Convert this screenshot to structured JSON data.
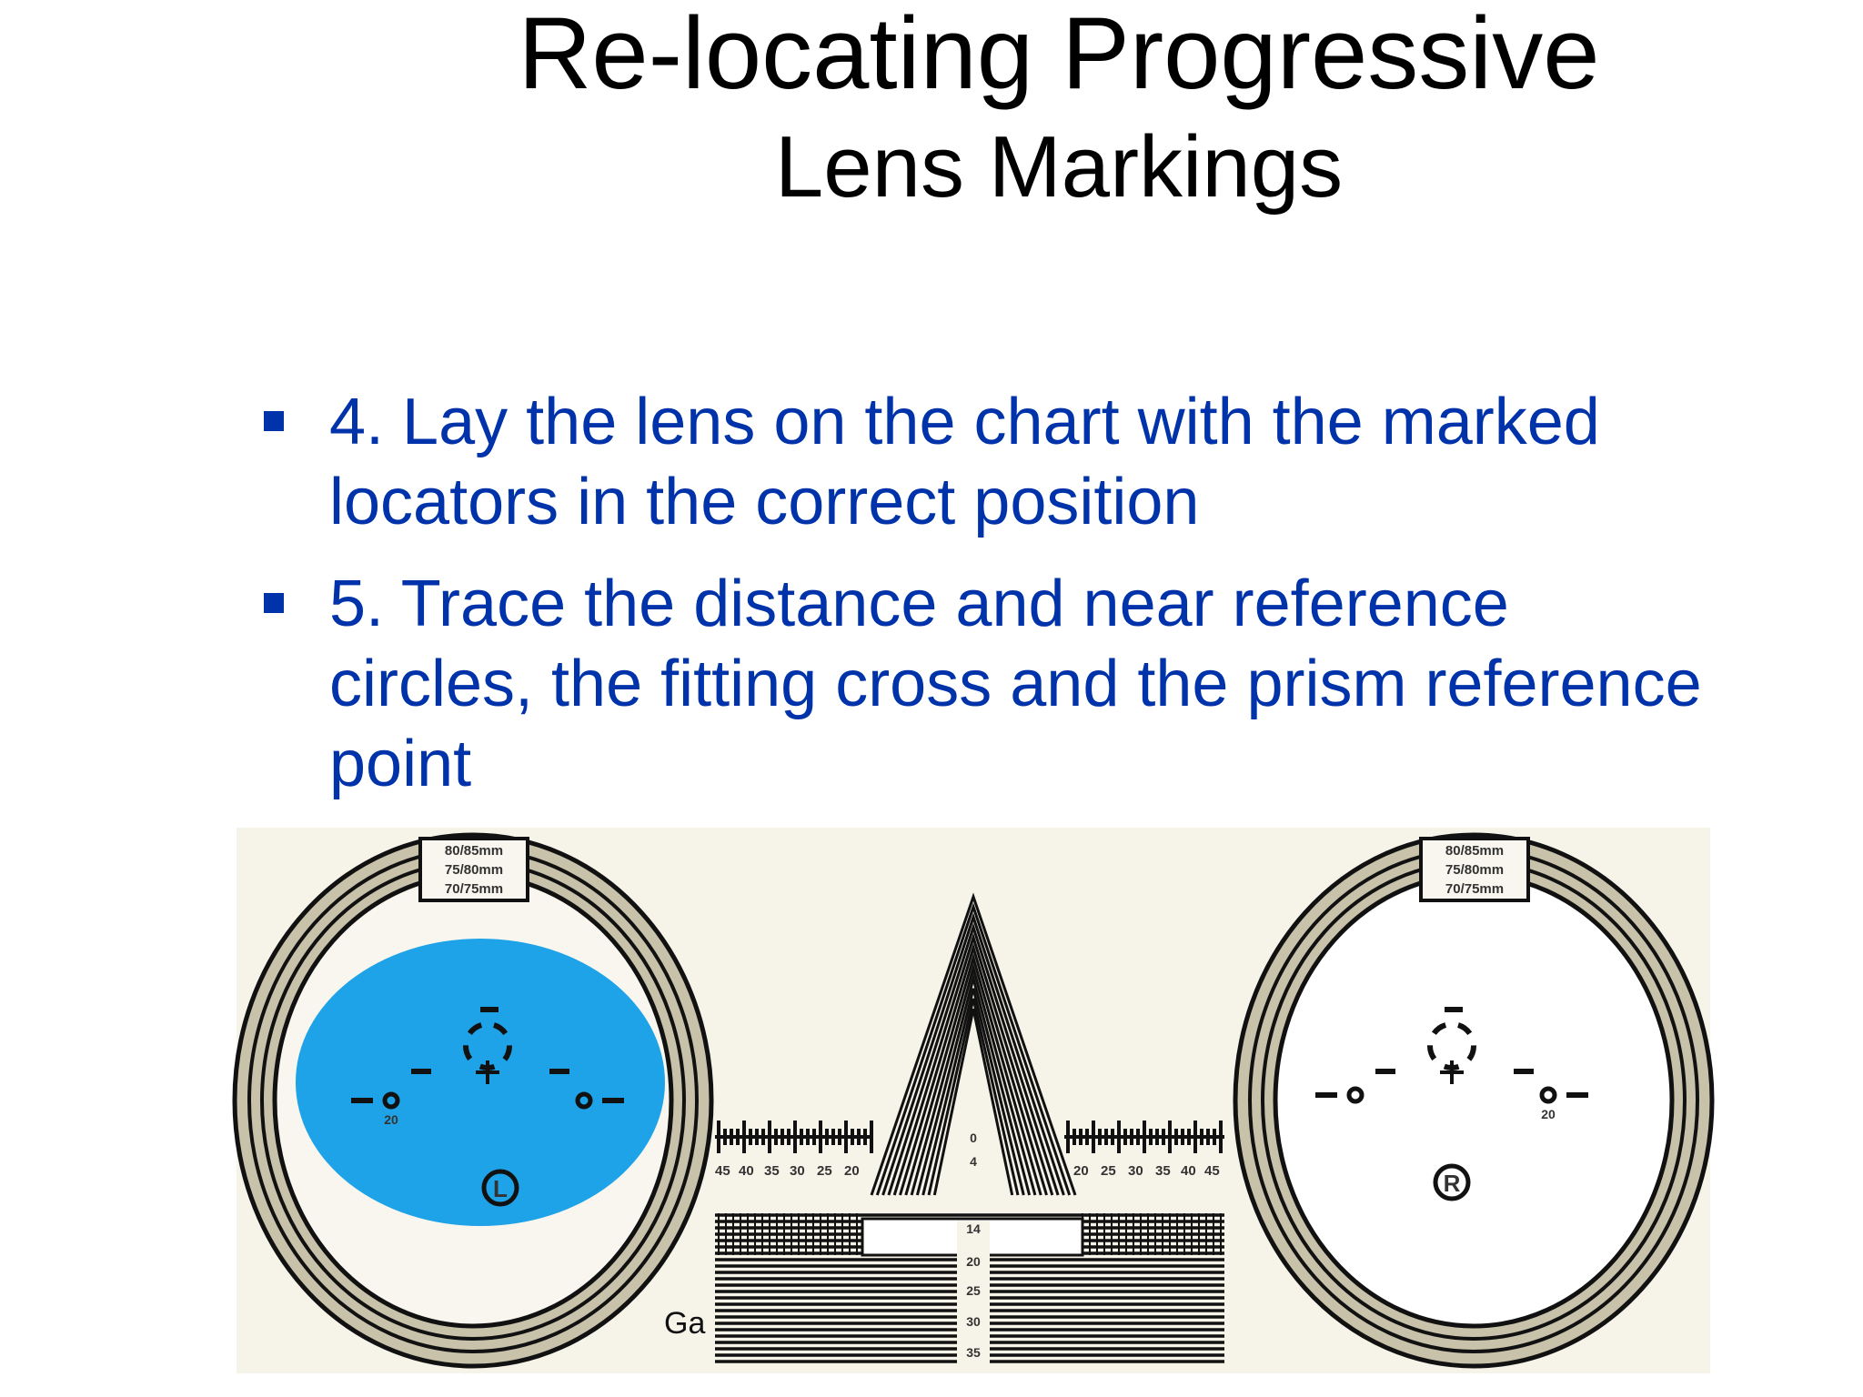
{
  "slide": {
    "title_line1": "Re-locating Progressive",
    "title_line2": "Lens Markings",
    "bullets": [
      "4.  Lay the lens on the chart with the marked locators in the correct position",
      "5.  Trace the distance and near reference circles, the fitting cross and the prism reference point"
    ]
  },
  "chart": {
    "size_labels": [
      "80/85mm",
      "75/80mm",
      "70/75mm"
    ],
    "left_letter": "L",
    "right_letter": "R",
    "left_decentration": "20",
    "right_decentration": "20",
    "left_scale_ticks": [
      "45",
      "40",
      "35",
      "30",
      "25",
      "20"
    ],
    "right_scale_ticks": [
      "20",
      "25",
      "30",
      "35",
      "40",
      "45"
    ],
    "center_top_numbers": [
      "0",
      "4"
    ],
    "center_bottom_numbers": [
      "14",
      "20",
      "25",
      "30",
      "35"
    ],
    "gauge_text": "Ga",
    "colors": {
      "lens_fill": "#1ea3e8",
      "ring_fill": "#c8c2aa",
      "background": "#f3f0e4",
      "ink": "#111111"
    }
  }
}
